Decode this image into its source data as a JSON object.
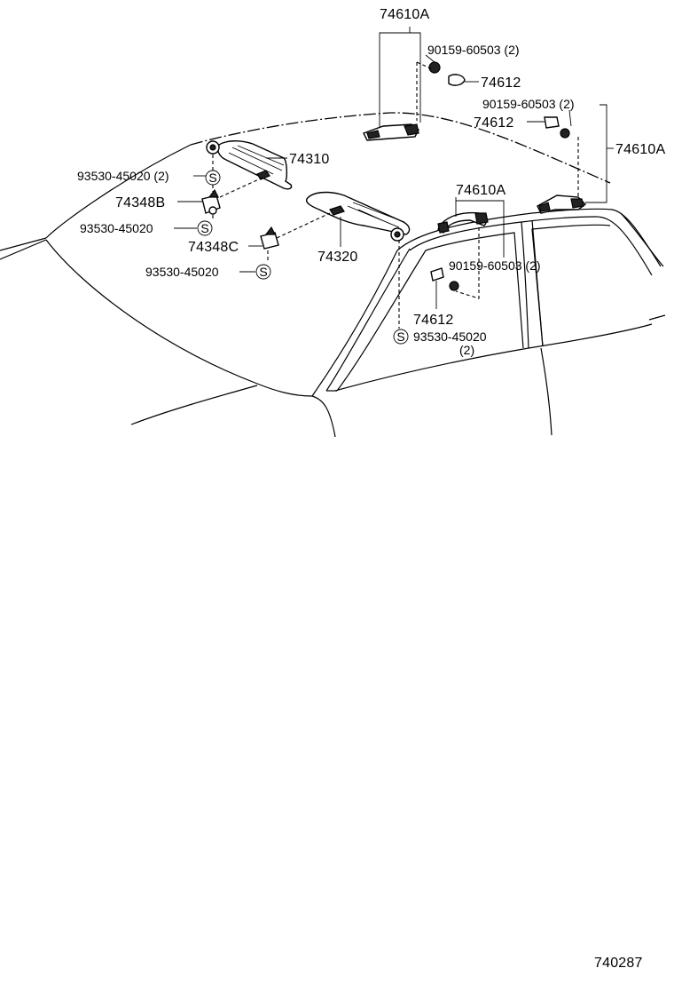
{
  "diagram": {
    "labels": {
      "grip_74610a_top": "74610A",
      "screw_top": "90159-60503 (2)",
      "clip_74612_top": "74612",
      "screw_right": "90159-60503 (2)",
      "clip_74612_right": "74612",
      "grip_74610a_right": "74610A",
      "visor_74310": "74310",
      "screw_93530_upper": "93530-45020 (2)",
      "holder_74348b": "74348B",
      "screw_93530_mid": "93530-45020",
      "holder_74348c": "74348C",
      "screw_93530_lower": "93530-45020",
      "visor_74320": "74320",
      "grip_74610a_mid": "74610A",
      "screw_mid_right": "90159-60503 (2)",
      "clip_74612_mid": "74612",
      "screw_93530_right": "93530-45020",
      "screw_93530_right_qty": "(2)",
      "s_symbol": "S"
    },
    "diagram_code": "740287"
  }
}
